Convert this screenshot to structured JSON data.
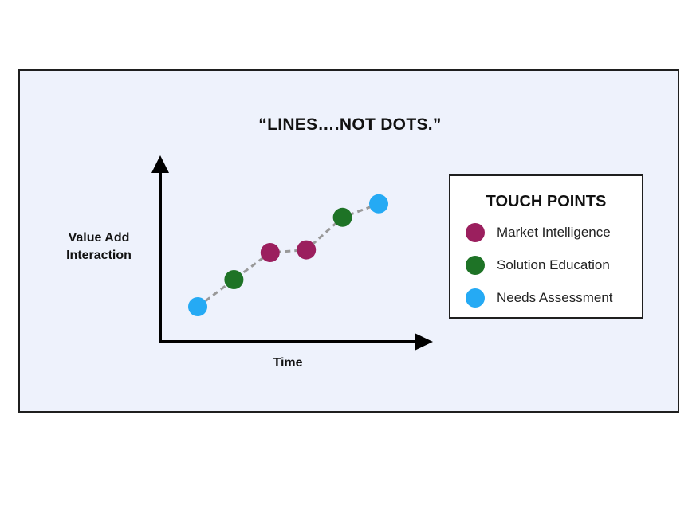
{
  "title": "“LINES….NOT DOTS.”",
  "chart_data": {
    "type": "scatter",
    "xlabel": "Time",
    "ylabel": "Value Add Interaction",
    "grid": false,
    "connector": "dashed",
    "legend_title": "TOUCH POINTS",
    "legend_position": "right",
    "series": [
      {
        "name": "Market Intelligence",
        "color": "#9b1f5e"
      },
      {
        "name": "Solution Education",
        "color": "#1e7326"
      },
      {
        "name": "Needs Assessment",
        "color": "#25aaf4"
      }
    ],
    "points": [
      {
        "x": 1,
        "y": 1.0,
        "series": "Needs Assessment"
      },
      {
        "x": 2,
        "y": 2.0,
        "series": "Solution Education"
      },
      {
        "x": 3,
        "y": 3.0,
        "series": "Market Intelligence"
      },
      {
        "x": 4,
        "y": 3.1,
        "series": "Market Intelligence"
      },
      {
        "x": 5,
        "y": 4.3,
        "series": "Solution Education"
      },
      {
        "x": 6,
        "y": 4.8,
        "series": "Needs Assessment"
      }
    ]
  }
}
